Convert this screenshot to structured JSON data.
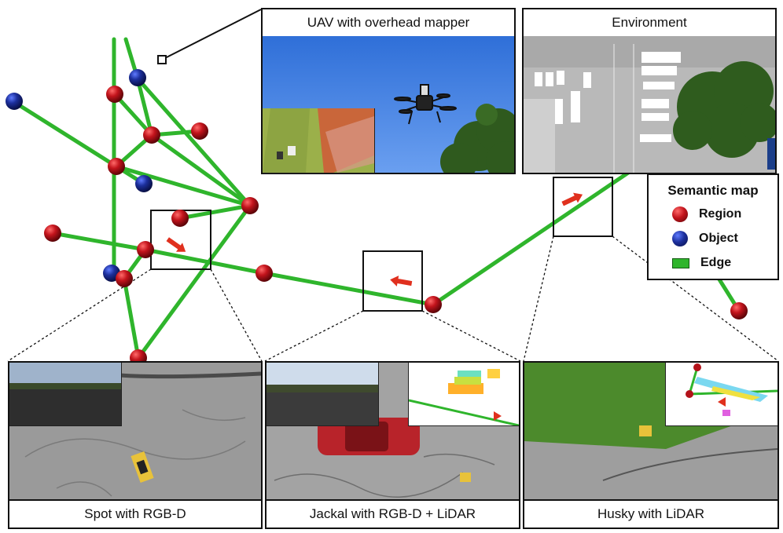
{
  "panels": {
    "uav": {
      "title": "UAV with overhead mapper"
    },
    "environment": {
      "title": "Environment"
    },
    "spot": {
      "title": "Spot with RGB-D"
    },
    "jackal": {
      "title": "Jackal with RGB-D + LiDAR"
    },
    "husky": {
      "title": "Husky with LiDAR"
    }
  },
  "legend": {
    "title": "Semantic map",
    "items": [
      {
        "label": "Region",
        "icon": "red-sphere-icon",
        "color": "#b3121a"
      },
      {
        "label": "Object",
        "icon": "blue-sphere-icon",
        "color": "#1a2d8c"
      },
      {
        "label": "Edge",
        "icon": "green-bar-icon",
        "color": "#2fb52c"
      }
    ]
  },
  "colors": {
    "edge": "#2fb52c",
    "region": "#b3121a",
    "object": "#1a2d8c",
    "robot_arrow": "#e0301e",
    "sky": "#3f7fe0",
    "asphalt": "#9a9a9a",
    "grass": "#4c8a2c"
  }
}
